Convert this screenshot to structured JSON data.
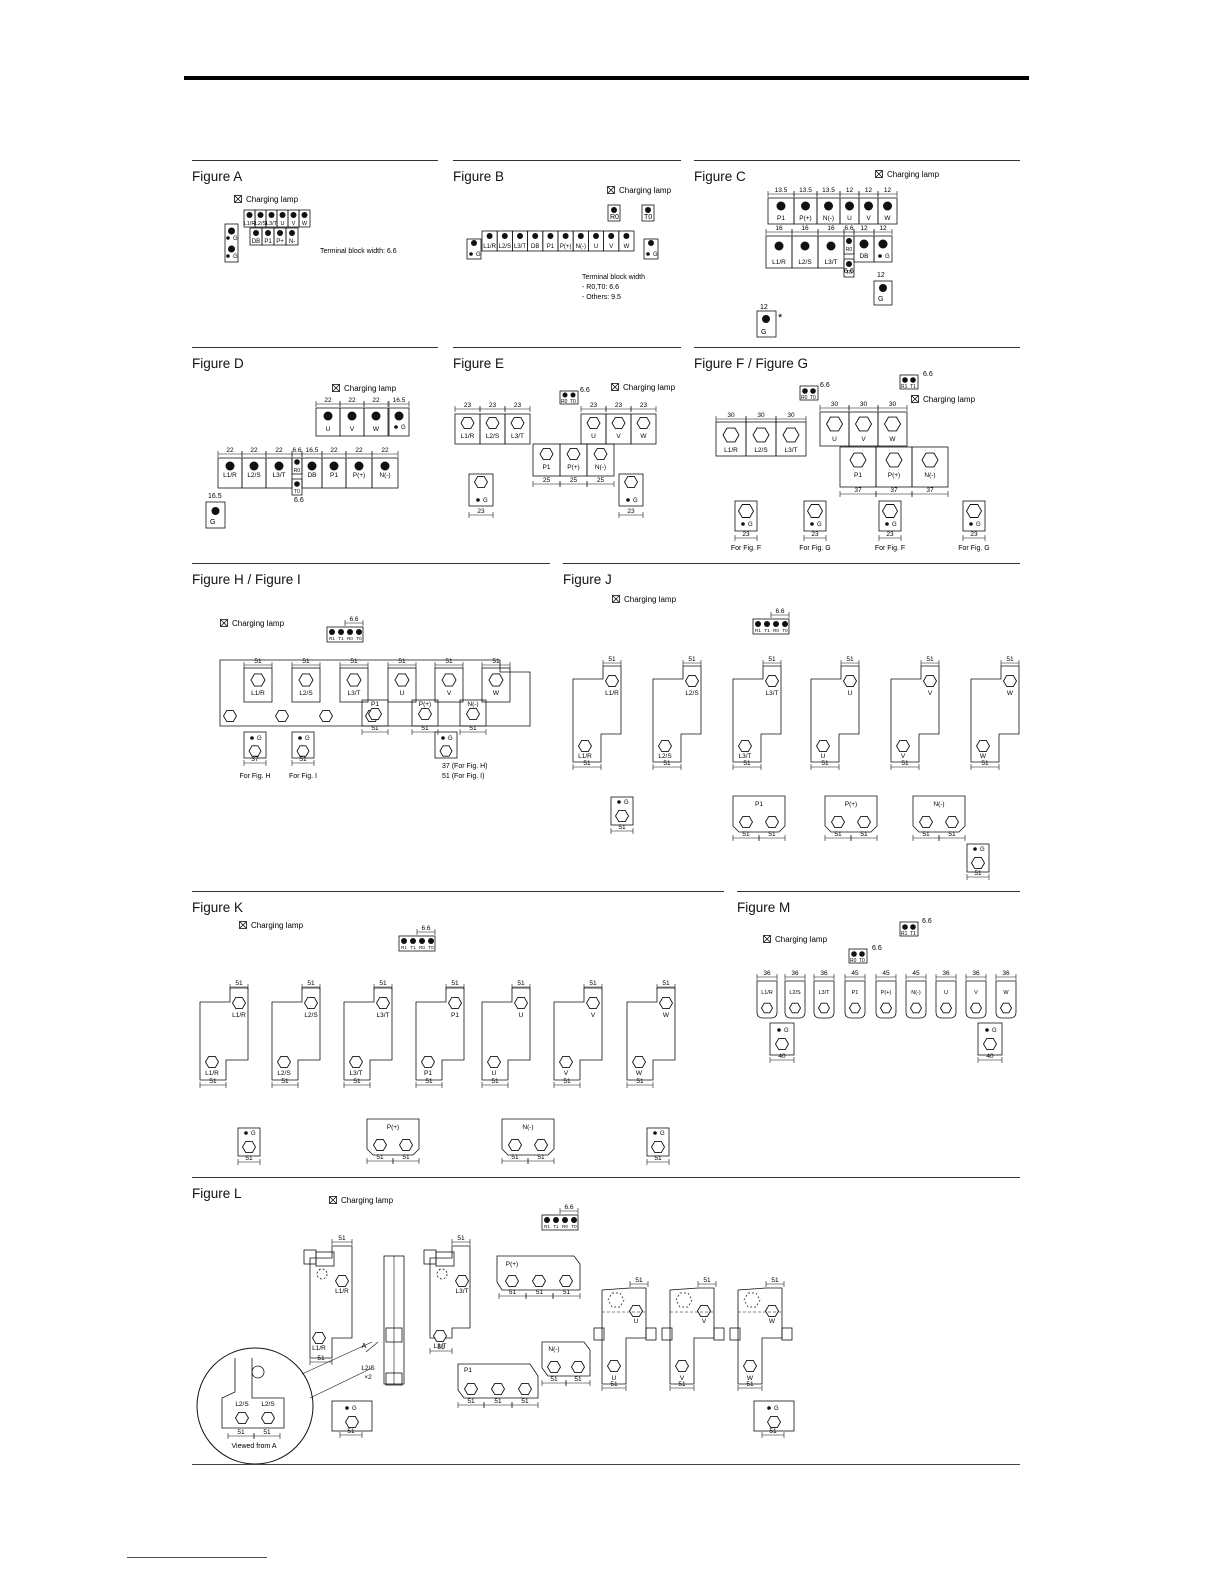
{
  "figures": {
    "a": {
      "title": "Figure A",
      "lamp": "Charging lamp",
      "note": "Terminal block width: 6.6",
      "row1": [
        "L1/R",
        "L2/S",
        "L3/T",
        "U",
        "V",
        "W"
      ],
      "row2": [
        "DB",
        "P1",
        "P+",
        "N-"
      ],
      "ground": "G"
    },
    "b": {
      "title": "Figure B",
      "lamp": "Charging lamp",
      "terminals": [
        "L1/R",
        "L2/S",
        "L3/T",
        "DB",
        "P1",
        "P(+)",
        "N(-)",
        "U",
        "V",
        "W"
      ],
      "top": [
        "R0",
        "T0"
      ],
      "ground": "G",
      "note1": "Terminal block width",
      "note2": "- R0,T0: 6.6",
      "note3": "- Others: 9.5"
    },
    "c": {
      "title": "Figure C",
      "lamp": "Charging lamp",
      "top_dims": [
        "13.5",
        "13.5",
        "13.5",
        "12",
        "12",
        "12"
      ],
      "top": [
        "P1",
        "P(+)",
        "N(-)",
        "U",
        "V",
        "W"
      ],
      "mid_dims": [
        "16",
        "16",
        "16",
        "6.6",
        "12",
        "12"
      ],
      "mid": [
        "L1/R",
        "L2/S",
        "L3/T",
        "R0",
        "DB",
        "G"
      ],
      "t0": "T0",
      "t0_dim": "6.6",
      "g_dim": "12",
      "g": "G",
      "g2_dim": "12",
      "star": "*"
    },
    "d": {
      "title": "Figure D",
      "lamp": "Charging lamp",
      "top_dims": [
        "22",
        "22",
        "22",
        "16.5"
      ],
      "top": [
        "U",
        "V",
        "W",
        "G"
      ],
      "bot_dims": [
        "22",
        "22",
        "22",
        "6.6",
        "16.5",
        "22",
        "22",
        "22"
      ],
      "bot": [
        "L1/R",
        "L2/S",
        "L3/T",
        "R0",
        "DB",
        "P1",
        "P(+)",
        "N(-)"
      ],
      "t0": "T0",
      "t0_dim": "6.6",
      "g_dim": "16.5",
      "g": "G"
    },
    "e": {
      "title": "Figure E",
      "lamp": "Charging lamp",
      "r0t0_dim": "6.6",
      "r0": "R0",
      "t0": "T0",
      "left_dims": [
        "23",
        "23",
        "23"
      ],
      "left": [
        "L1/R",
        "L2/S",
        "L3/T"
      ],
      "right_dims": [
        "23",
        "23",
        "23"
      ],
      "right": [
        "U",
        "V",
        "W"
      ],
      "dc": [
        "P1",
        "P(+)",
        "N(-)"
      ],
      "dc_dims": [
        "25",
        "25",
        "25"
      ],
      "g": "G",
      "g_dim": "23"
    },
    "fg": {
      "title": "Figure F / Figure G",
      "lamp": "Charging lamp",
      "dim66": "6.6",
      "r0": "R0",
      "t0": "T0",
      "r1": "R1",
      "t1": "T1",
      "left_dims": [
        "30",
        "30",
        "30"
      ],
      "left": [
        "L1/R",
        "L2/S",
        "L3/T"
      ],
      "right_dims": [
        "30",
        "30",
        "30"
      ],
      "right": [
        "U",
        "V",
        "W"
      ],
      "dc": [
        "P1",
        "P(+)",
        "N(-)"
      ],
      "dc_dims": [
        "37",
        "37",
        "37"
      ],
      "grounds": [
        {
          "dim": "23",
          "cap": "For Fig. F"
        },
        {
          "dim": "23",
          "cap": "For Fig. G"
        },
        {
          "dim": "23",
          "cap": "For Fig. F"
        },
        {
          "dim": "23",
          "cap": "For Fig. G"
        }
      ],
      "g": "G"
    },
    "hi": {
      "title": "Figure H / Figure I",
      "lamp": "Charging lamp",
      "dim66": "6.6",
      "ctrl": [
        "R1",
        "T1",
        "R0",
        "T0"
      ],
      "dims": [
        "51",
        "51",
        "51",
        "51",
        "51",
        "51"
      ],
      "top": [
        "L1/R",
        "L2/S",
        "L3/T",
        "U",
        "V",
        "W"
      ],
      "dc": [
        "P1",
        "P(+)",
        "N(-)"
      ],
      "dc_dim": "51",
      "g": "G",
      "g1_dim": "37",
      "g1_cap": "For Fig. H",
      "g2_dim": "51",
      "g2_cap": "For Fig. I",
      "g3_cap1": "37 (For Fig. H)",
      "g3_cap2": "51 (For Fig. I)"
    },
    "j": {
      "title": "Figure J",
      "lamp": "Charging lamp",
      "dim66": "6.6",
      "ctrl": [
        "R1",
        "T1",
        "R0",
        "T0"
      ],
      "dim": "51",
      "top": [
        "L1/R",
        "L2/S",
        "L3/T",
        "U",
        "V",
        "W"
      ],
      "bot": [
        "L1/R",
        "L2/S",
        "L3/T",
        "U",
        "V",
        "W"
      ],
      "dc": [
        "P1",
        "P(+)",
        "N(-)"
      ],
      "g": "G"
    },
    "k": {
      "title": "Figure K",
      "lamp": "Charging lamp",
      "dim66": "6.6",
      "ctrl": [
        "R1",
        "T1",
        "R0",
        "T0"
      ],
      "dim": "51",
      "top": [
        "L1/R",
        "L2/S",
        "L3/T",
        "P1",
        "U",
        "V",
        "W"
      ],
      "bot": [
        "L1/R",
        "L2/S",
        "L3/T",
        "P1",
        "U",
        "V",
        "W"
      ],
      "dc": [
        "P(+)",
        "N(-)"
      ],
      "g": "G"
    },
    "m": {
      "title": "Figure M",
      "lamp": "Charging lamp",
      "dim66": "6.6",
      "r0": "R0",
      "t0": "T0",
      "r1": "R1",
      "t1": "T1",
      "dims": [
        "36",
        "36",
        "36",
        "45",
        "45",
        "45",
        "36",
        "36",
        "36"
      ],
      "terms": [
        "L1/R",
        "L2/S",
        "L3/T",
        "P1",
        "P(+)",
        "N(-)",
        "U",
        "V",
        "W"
      ],
      "g": "G",
      "g_dim": "40"
    },
    "l": {
      "title": "Figure L",
      "lamp": "Charging lamp",
      "dim66": "6.6",
      "ctrl": [
        "R1",
        "T1",
        "R0",
        "T0"
      ],
      "dim": "51",
      "l1r": "L1/R",
      "l3t": "L3/T",
      "pplus": "P(+)",
      "nminus": "N(-)",
      "p1": "P1",
      "u": "U",
      "v": "V",
      "w": "W",
      "g": "G",
      "a": "A",
      "l2s": "L2/S",
      "l2s_x2": "L2/S",
      "x2": "×2",
      "viewed": "Viewed from A"
    }
  }
}
